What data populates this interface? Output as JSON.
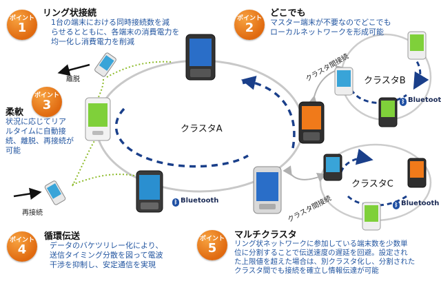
{
  "points": [
    {
      "badge_label": "ポイント",
      "number": "1",
      "title": "リング状接続",
      "lines": [
        "1台の端末における同時接続数を減",
        "らせるとともに、各端末の消費電力を",
        "均一化し消費電力を削減"
      ]
    },
    {
      "badge_label": "ポイント",
      "number": "2",
      "title": "どこでも",
      "lines": [
        "マスター端末が不要なのでどこでも",
        "ローカルネットワークを形成可能"
      ]
    },
    {
      "badge_label": "ポイント",
      "number": "3",
      "title": "柔軟",
      "lines": [
        "状況に応じてリア",
        "ルタイムに自動接",
        "続、離脱、再接続が",
        "可能"
      ]
    },
    {
      "badge_label": "ポイント",
      "number": "4",
      "title": "循環伝送",
      "lines": [
        "データのバケツリレー化により、",
        "送信タイミング分散を図って電波",
        "干渉を抑制し、安定通信を実現"
      ]
    },
    {
      "badge_label": "ポイント",
      "number": "5",
      "title": "マルチクラスタ",
      "lines": [
        "リング状ネットワークに参加している端末数を少数単",
        "位に分割することで伝送速度の遅延を回避。設定され",
        "た上限値を超えた場合は、別クラスタ化し、分割された",
        "クラスタ間でも接続を確立し情報伝達が可能"
      ]
    }
  ],
  "labels": {
    "cluster_a": "クラスタA",
    "cluster_b": "クラスタB",
    "cluster_c": "クラスタC",
    "inter_cluster_top": "クラスタ間接続",
    "inter_cluster_bottom": "クラスタ間接続",
    "leave": "離脱",
    "reconnect": "再接続",
    "bluetooth_main": "Bluetooth",
    "bluetooth_b": "Bluetooth",
    "bluetooth_c": "Bluetooth"
  },
  "colors": {
    "badge": "#e87a1a",
    "body_text": "#2255a0",
    "ring_arrow": "#1a3f8a",
    "link_dotted": "#8dbb2a",
    "ring": "#c4c4c4"
  }
}
